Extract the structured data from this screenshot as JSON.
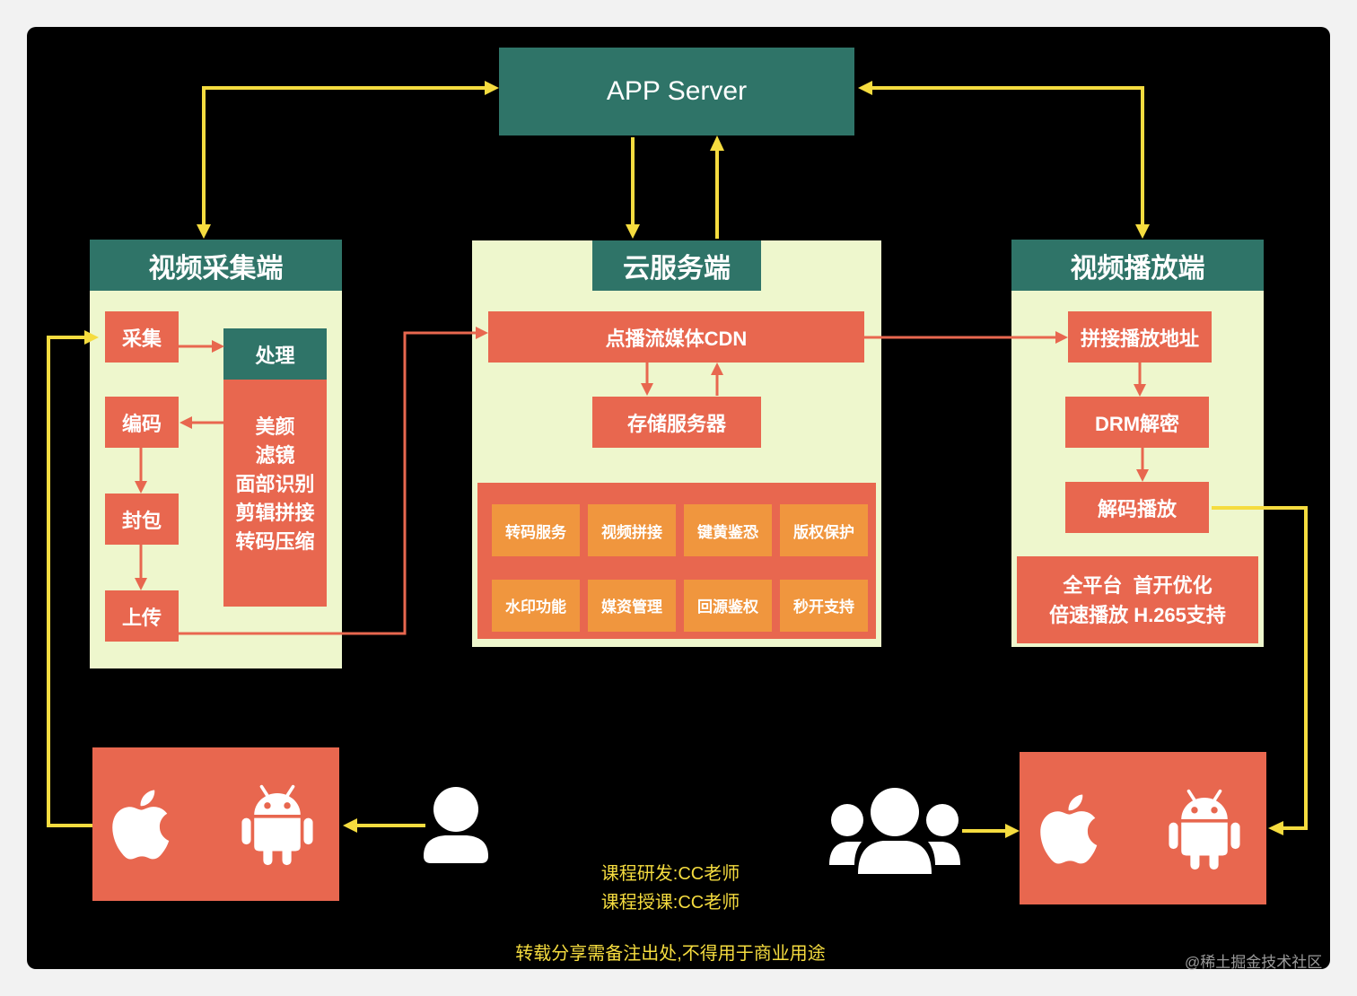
{
  "diagram": {
    "app_server": "APP Server",
    "capture": {
      "title": "视频采集端",
      "collect": "采集",
      "encode": "编码",
      "pack": "封包",
      "upload": "上传",
      "process_title": "处理",
      "process_items": [
        "美颜",
        "滤镜",
        "面部识别",
        "剪辑拼接",
        "转码压缩"
      ]
    },
    "cloud": {
      "title": "云服务端",
      "cdn": "点播流媒体CDN",
      "storage": "存储服务器",
      "services": [
        "转码服务",
        "视频拼接",
        "键黄鉴恐",
        "版权保护",
        "水印功能",
        "媒资管理",
        "回源鉴权",
        "秒开支持"
      ]
    },
    "player": {
      "title": "视频播放端",
      "splice": "拼接播放地址",
      "drm": "DRM解密",
      "decode": "解码播放",
      "features": [
        "全平台  首开优化",
        "倍速播放 H.265支持"
      ]
    },
    "clients": {
      "publisher": {
        "platform_icons": [
          "apple-icon",
          "android-icon"
        ],
        "user_icon": "person-icon"
      },
      "viewers": {
        "platform_icons": [
          "apple-icon",
          "android-icon"
        ],
        "user_icon": "group-icon"
      }
    }
  },
  "credits": {
    "developer": "课程研发:CC老师",
    "lecturer": "课程授课:CC老师",
    "notice": "转载分享需备注出处,不得用于商业用途"
  },
  "watermark": "@稀土掘金技术社区",
  "colors": {
    "background": "#000000",
    "header": "#2f7468",
    "panel": "#eef7cd",
    "box": "#e8674f",
    "service": "#f0963e",
    "arrow_yellow": "#f5dc3f",
    "arrow_red": "#e8674f",
    "credit_text": "#f5dc3f"
  }
}
